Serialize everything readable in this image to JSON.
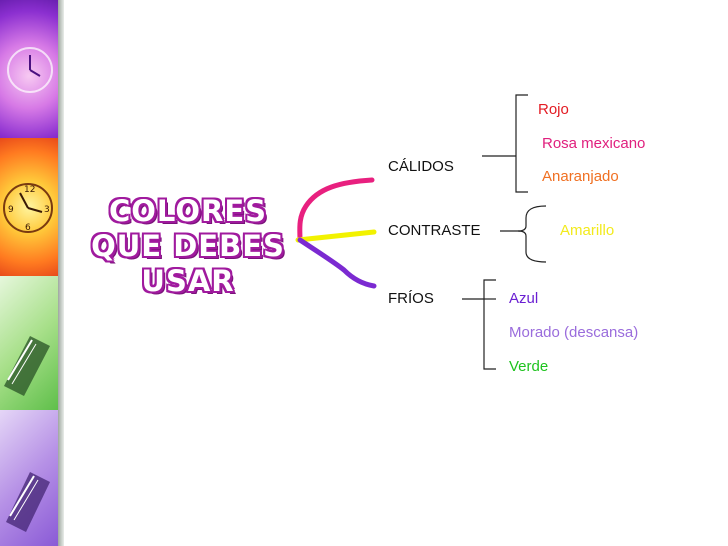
{
  "title": {
    "line1": "COLORES",
    "line2": "QUE DEBES",
    "line3": "USAR"
  },
  "categories": [
    {
      "name": "CÁLIDOS",
      "brace_color": "#e8207f",
      "items": [
        {
          "text": "Rojo",
          "color": "#e31b23"
        },
        {
          "text": "Rosa mexicano",
          "color": "#e0207e"
        },
        {
          "text": "Anaranjado",
          "color": "#f07022"
        }
      ]
    },
    {
      "name": "CONTRASTE",
      "brace_color": "#f2f200",
      "items": [
        {
          "text": "Amarillo",
          "color": "#f2ea1c"
        }
      ]
    },
    {
      "name": "FRÍOS",
      "brace_color": "#7b2ad1",
      "items": [
        {
          "text": "Azul",
          "color": "#6a1fd2"
        },
        {
          "text": "Morado (descansa)",
          "color": "#9a6cdc"
        },
        {
          "text": "Verde",
          "color": "#1ec31e"
        }
      ]
    }
  ]
}
